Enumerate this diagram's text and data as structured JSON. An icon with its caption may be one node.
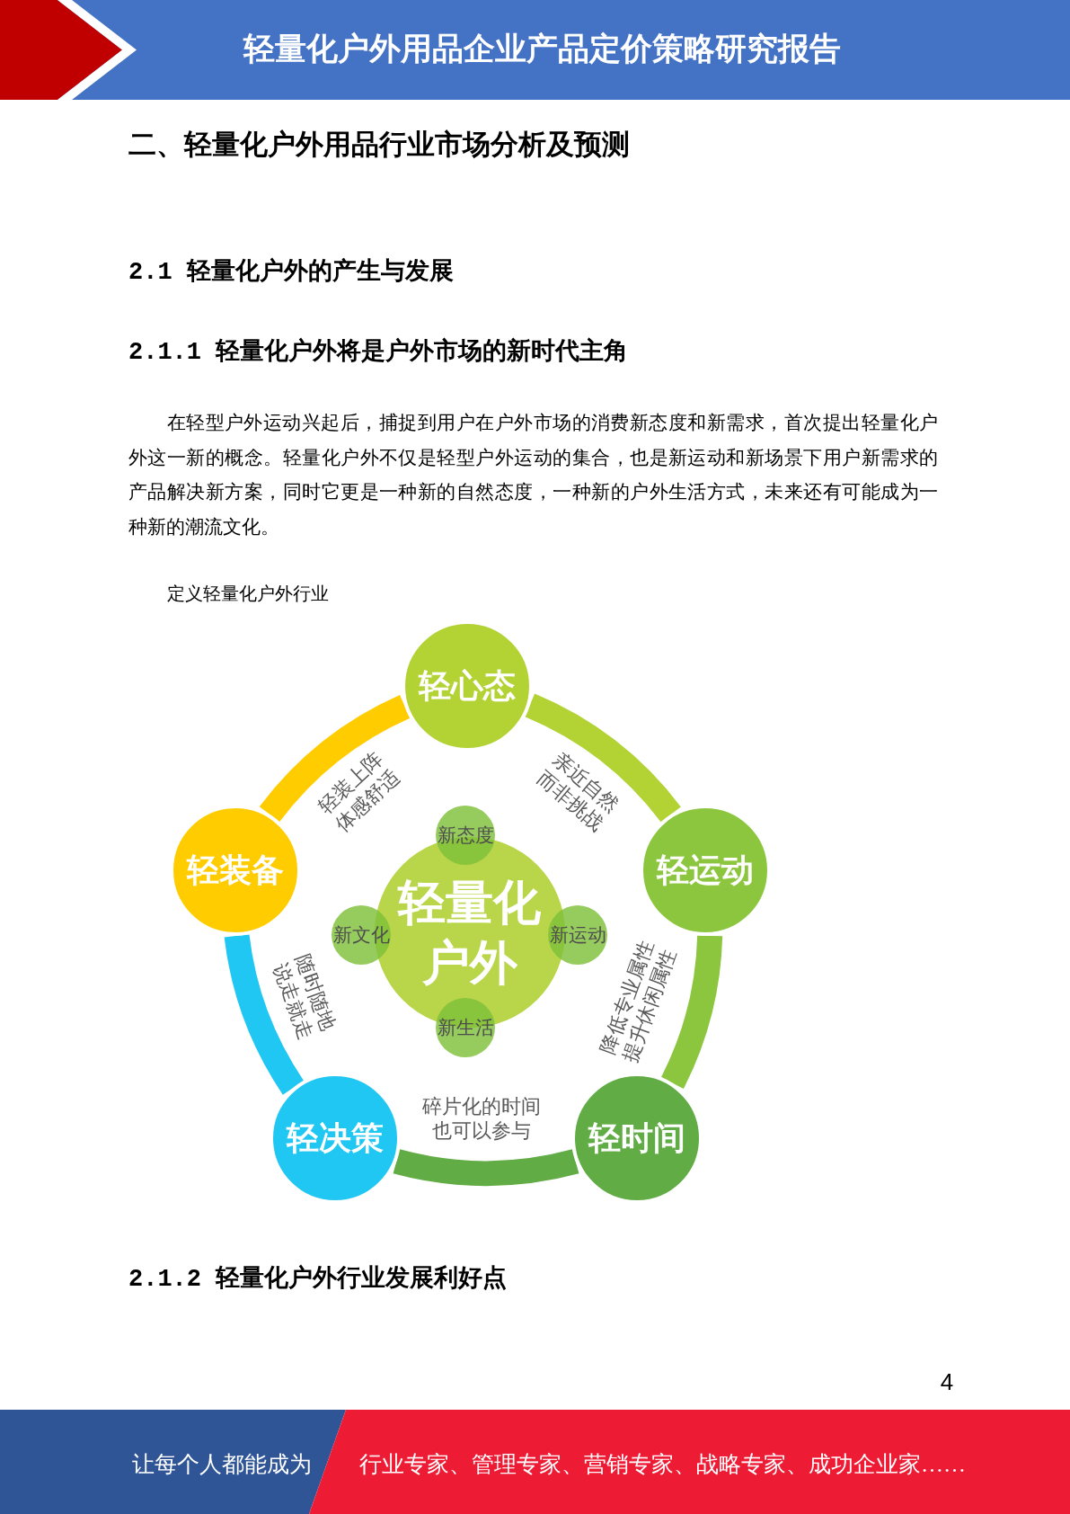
{
  "diagram": {
    "title": "轻量化户外用品企业产品定价策略研究报告",
    "caption": "定义轻量化户外行业",
    "nodes": [
      {
        "text": [
          "轻心态"
        ]
      },
      {
        "text": [
          "轻运动"
        ]
      },
      {
        "text": [
          "轻时间"
        ]
      },
      {
        "text": [
          "轻决策"
        ]
      },
      {
        "text": [
          "轻装备"
        ]
      },
      {
        "text": [
          "轻量化户外"
        ]
      },
      {
        "text": [
          "新态度"
        ]
      },
      {
        "text": [
          "新运动"
        ]
      },
      {
        "text": [
          "新生活"
        ]
      },
      {
        "text": [
          "新文化"
        ]
      }
    ],
    "edges": [
      {
        "from": 4,
        "to": 0,
        "arrow": "none",
        "label": "轻装上阵体感舒适",
        "color": "#ffcc00"
      },
      {
        "from": 0,
        "to": 1,
        "arrow": "none",
        "label": "亲近自然而非挑战",
        "color": "#b3d234"
      },
      {
        "from": 1,
        "to": 2,
        "arrow": "none",
        "label": "降低专业属性提升休闲属性",
        "color": "#8cc63f"
      },
      {
        "from": 2,
        "to": 3,
        "arrow": "none",
        "label": "碎片化的时间也可以参与",
        "color": "#62ac46"
      },
      {
        "from": 3,
        "to": 4,
        "arrow": "none",
        "label": "随时随地说走就走",
        "color": "#20c7f2"
      }
    ],
    "labels": [
      "二、轻量化户外用品行业市场分析及预测",
      "2.1 轻量化户外的产生与发展",
      "2.1.1 轻量化户外将是户外市场的新时代主角",
      "在轻型户外运动兴起后，捕捉到用户在户外市场的消费新态度和新需求，首次提出轻量化户外这一新的概念。轻量化户外不仅是轻型户外运动的集合，也是新运动和新场景下用户新需求的产品解决新方案，同时它更是一种新的自然态度，一种新的户外生活方式，未来还有可能成为一种新的潮流文化。",
      "2.1.2 轻量化户外行业发展利好点",
      "4",
      "让每个人都能成为",
      "行业专家、管理专家、营销专家、战略专家、成功企业家……"
    ]
  }
}
